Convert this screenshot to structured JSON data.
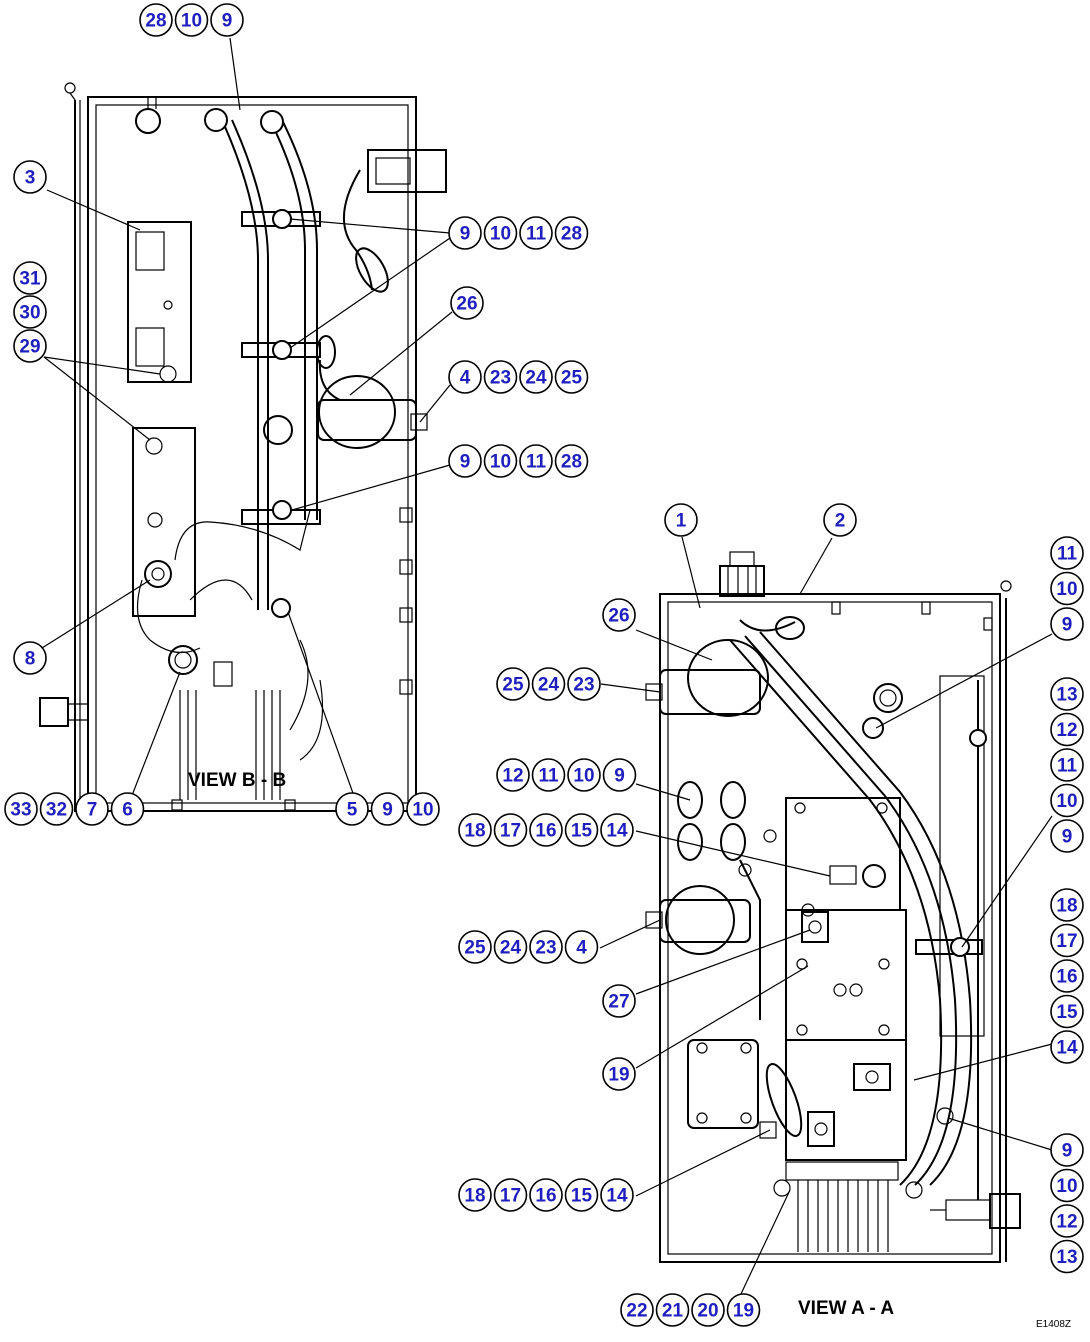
{
  "views": {
    "b": {
      "label": "VIEW B - B"
    },
    "a": {
      "label": "VIEW A - A"
    }
  },
  "drawing_code": "E1408Z",
  "callout_groups": [
    {
      "id": "b-top",
      "numbers": [
        "28",
        "10",
        "9"
      ]
    },
    {
      "id": "b-3",
      "numbers": [
        "3"
      ]
    },
    {
      "id": "b-31",
      "numbers": [
        "31"
      ]
    },
    {
      "id": "b-30",
      "numbers": [
        "30"
      ]
    },
    {
      "id": "b-29",
      "numbers": [
        "29"
      ]
    },
    {
      "id": "b-9-10-11-28-upper",
      "numbers": [
        "9",
        "10",
        "11",
        "28"
      ]
    },
    {
      "id": "b-26",
      "numbers": [
        "26"
      ]
    },
    {
      "id": "b-4-23-24-25",
      "numbers": [
        "4",
        "23",
        "24",
        "25"
      ]
    },
    {
      "id": "b-9-10-11-28-lower",
      "numbers": [
        "9",
        "10",
        "11",
        "28"
      ]
    },
    {
      "id": "b-8",
      "numbers": [
        "8"
      ]
    },
    {
      "id": "b-33-32-7-6",
      "numbers": [
        "33",
        "32",
        "7",
        "6"
      ]
    },
    {
      "id": "b-5-9-10",
      "numbers": [
        "5",
        "9",
        "10"
      ]
    },
    {
      "id": "a-1",
      "numbers": [
        "1"
      ]
    },
    {
      "id": "a-2",
      "numbers": [
        "2"
      ]
    },
    {
      "id": "a-26",
      "numbers": [
        "26"
      ]
    },
    {
      "id": "a-25-24-23",
      "numbers": [
        "25",
        "24",
        "23"
      ]
    },
    {
      "id": "a-12-11-10-9",
      "numbers": [
        "12",
        "11",
        "10",
        "9"
      ]
    },
    {
      "id": "a-18-17-16-15-14-upper",
      "numbers": [
        "18",
        "17",
        "16",
        "15",
        "14"
      ]
    },
    {
      "id": "a-25-24-23-4",
      "numbers": [
        "25",
        "24",
        "23",
        "4"
      ]
    },
    {
      "id": "a-27",
      "numbers": [
        "27"
      ]
    },
    {
      "id": "a-19-mid",
      "numbers": [
        "19"
      ]
    },
    {
      "id": "a-18-17-16-15-14-lower",
      "numbers": [
        "18",
        "17",
        "16",
        "15",
        "14"
      ]
    },
    {
      "id": "a-22-21-20-19",
      "numbers": [
        "22",
        "21",
        "20",
        "19"
      ]
    },
    {
      "id": "a-right-11-10-9",
      "numbers": [
        "11",
        "10",
        "9"
      ]
    },
    {
      "id": "a-right-13-12-11-10-9",
      "numbers": [
        "13",
        "12",
        "11",
        "10",
        "9"
      ]
    },
    {
      "id": "a-right-18-17-16-15-14",
      "numbers": [
        "18",
        "17",
        "16",
        "15",
        "14"
      ]
    },
    {
      "id": "a-right-9-10-12-13",
      "numbers": [
        "9",
        "10",
        "12",
        "13"
      ]
    }
  ]
}
